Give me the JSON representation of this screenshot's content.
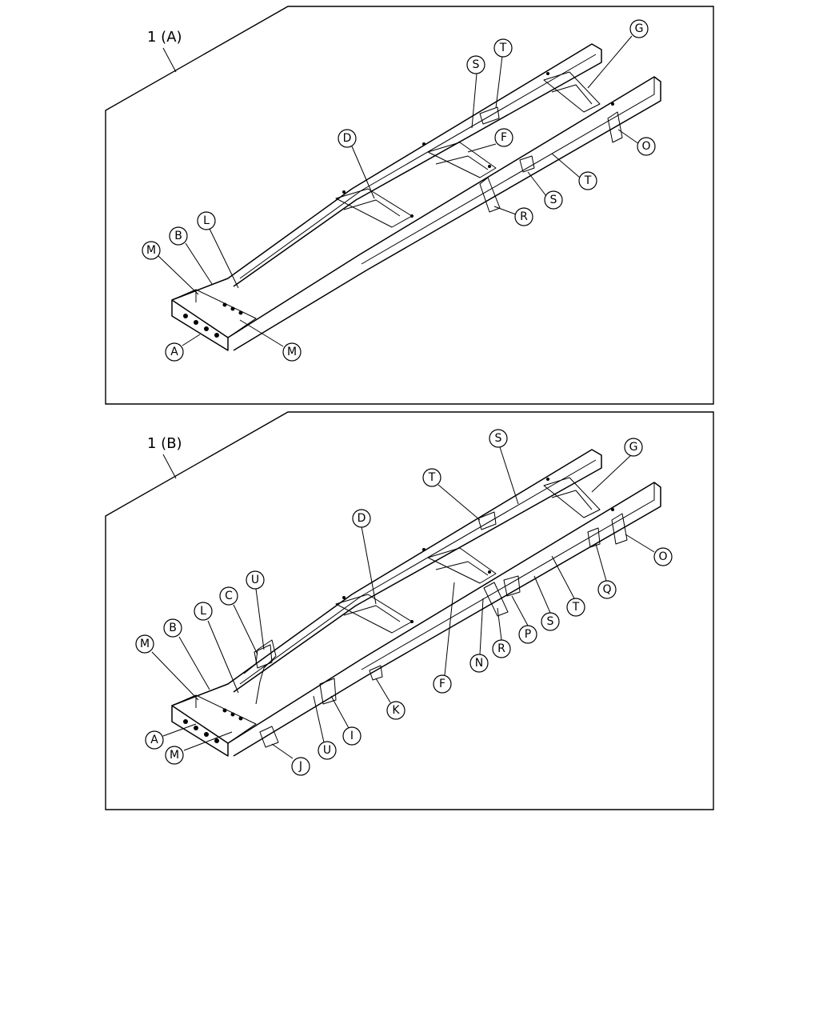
{
  "panels": [
    {
      "id": "A",
      "title": "1 (A)",
      "callouts": [
        "A",
        "B",
        "M",
        "L",
        "M",
        "D",
        "S",
        "T",
        "F",
        "G",
        "O",
        "T",
        "S",
        "R"
      ]
    },
    {
      "id": "B",
      "title": "1 (B)",
      "callouts": [
        "A",
        "M",
        "B",
        "M",
        "L",
        "C",
        "U",
        "D",
        "T",
        "S",
        "G",
        "F",
        "N",
        "R",
        "P",
        "S",
        "T",
        "Q",
        "O",
        "K",
        "I",
        "U",
        "J"
      ]
    }
  ]
}
